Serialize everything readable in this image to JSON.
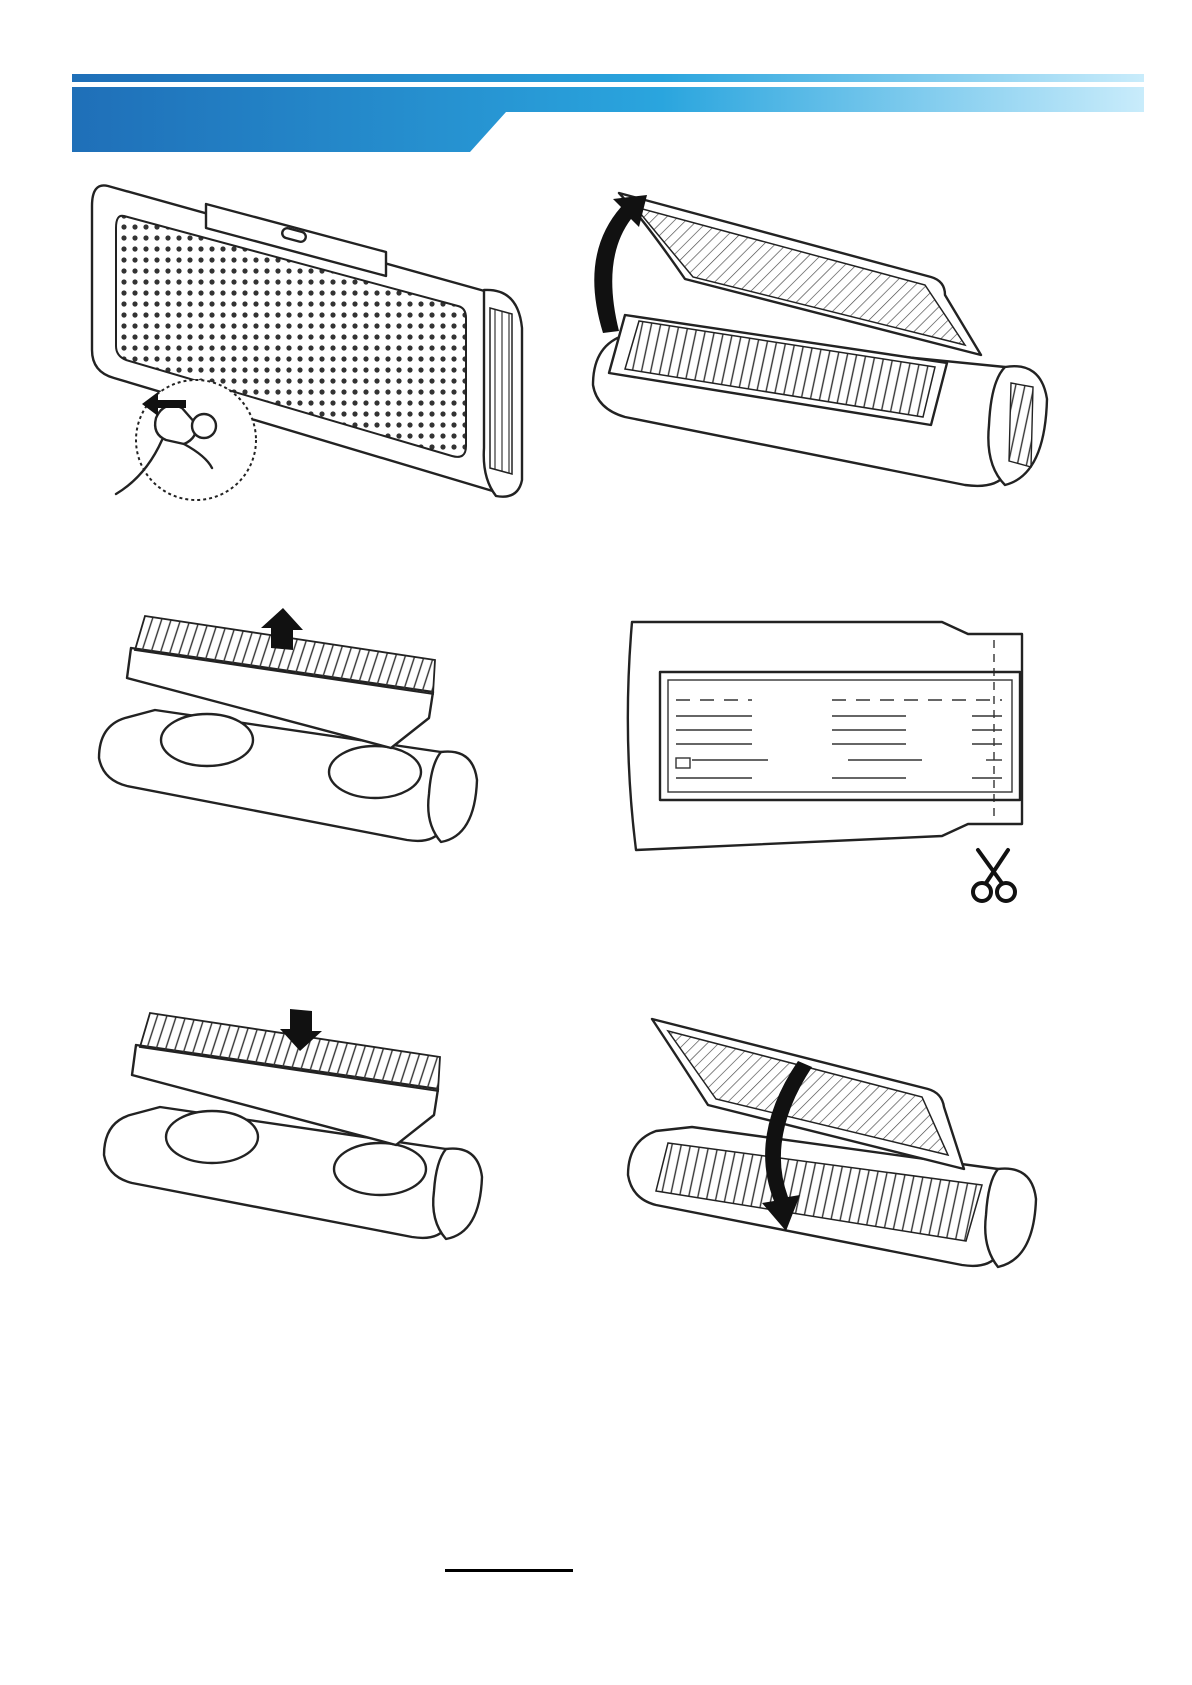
{
  "colors": {
    "header_dark": "#1f6fb8",
    "header_mid": "#2aa5de",
    "header_light": "#c9ecfb",
    "line": "#222222",
    "panel_fill": "#d9d9d9"
  },
  "steps": [
    {
      "id": "unplug",
      "icons": [
        "power-plug-icon",
        "pull-arrow-icon"
      ]
    },
    {
      "id": "open-cover",
      "icons": [
        "curved-arrow-up-icon"
      ]
    },
    {
      "id": "remove-filter",
      "icons": [
        "up-arrow-icon"
      ]
    },
    {
      "id": "unwrap-filter",
      "icons": [
        "scissors-icon"
      ]
    },
    {
      "id": "insert-filter",
      "icons": [
        "down-arrow-icon"
      ]
    },
    {
      "id": "close-cover",
      "icons": [
        "curved-arrow-down-icon"
      ]
    }
  ]
}
